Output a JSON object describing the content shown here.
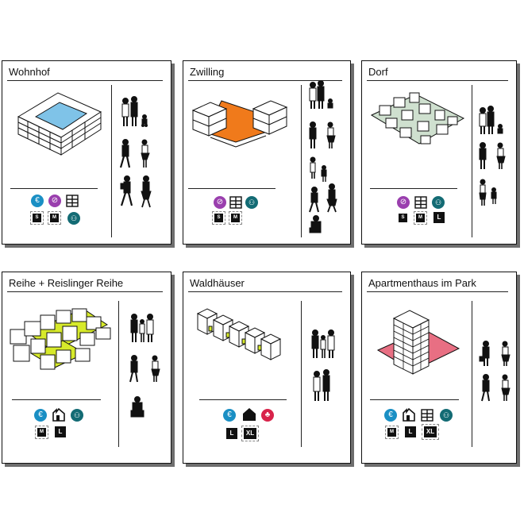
{
  "colors": {
    "euro": "#1a8fc4",
    "clip": "#9a3fae",
    "people": "#136b74",
    "house_red": "#d8234a",
    "orange": "#f07a1b",
    "green": "#cfe0cf",
    "yellow": "#d7ea2a",
    "pink": "#e86f83",
    "pool": "#7fc3e8",
    "shadow": "#6e6e6e"
  },
  "cards": [
    {
      "title": "Wohnhof",
      "sizes": [
        "S",
        "M"
      ]
    },
    {
      "title": "Zwilling",
      "sizes": [
        "S",
        "M"
      ]
    },
    {
      "title": "Dorf",
      "sizes": [
        "S",
        "M",
        "L"
      ]
    },
    {
      "title": "Reihe + Reislinger Reihe",
      "sizes": [
        "M",
        "L"
      ]
    },
    {
      "title": "Waldhäuser",
      "sizes": [
        "L",
        "XL"
      ]
    },
    {
      "title": "Apartmenthaus im Park",
      "sizes": [
        "M",
        "L",
        "XL"
      ]
    }
  ],
  "icons": {
    "euro": "€",
    "clip": "⊘",
    "grid": "▦",
    "people": "👪"
  }
}
